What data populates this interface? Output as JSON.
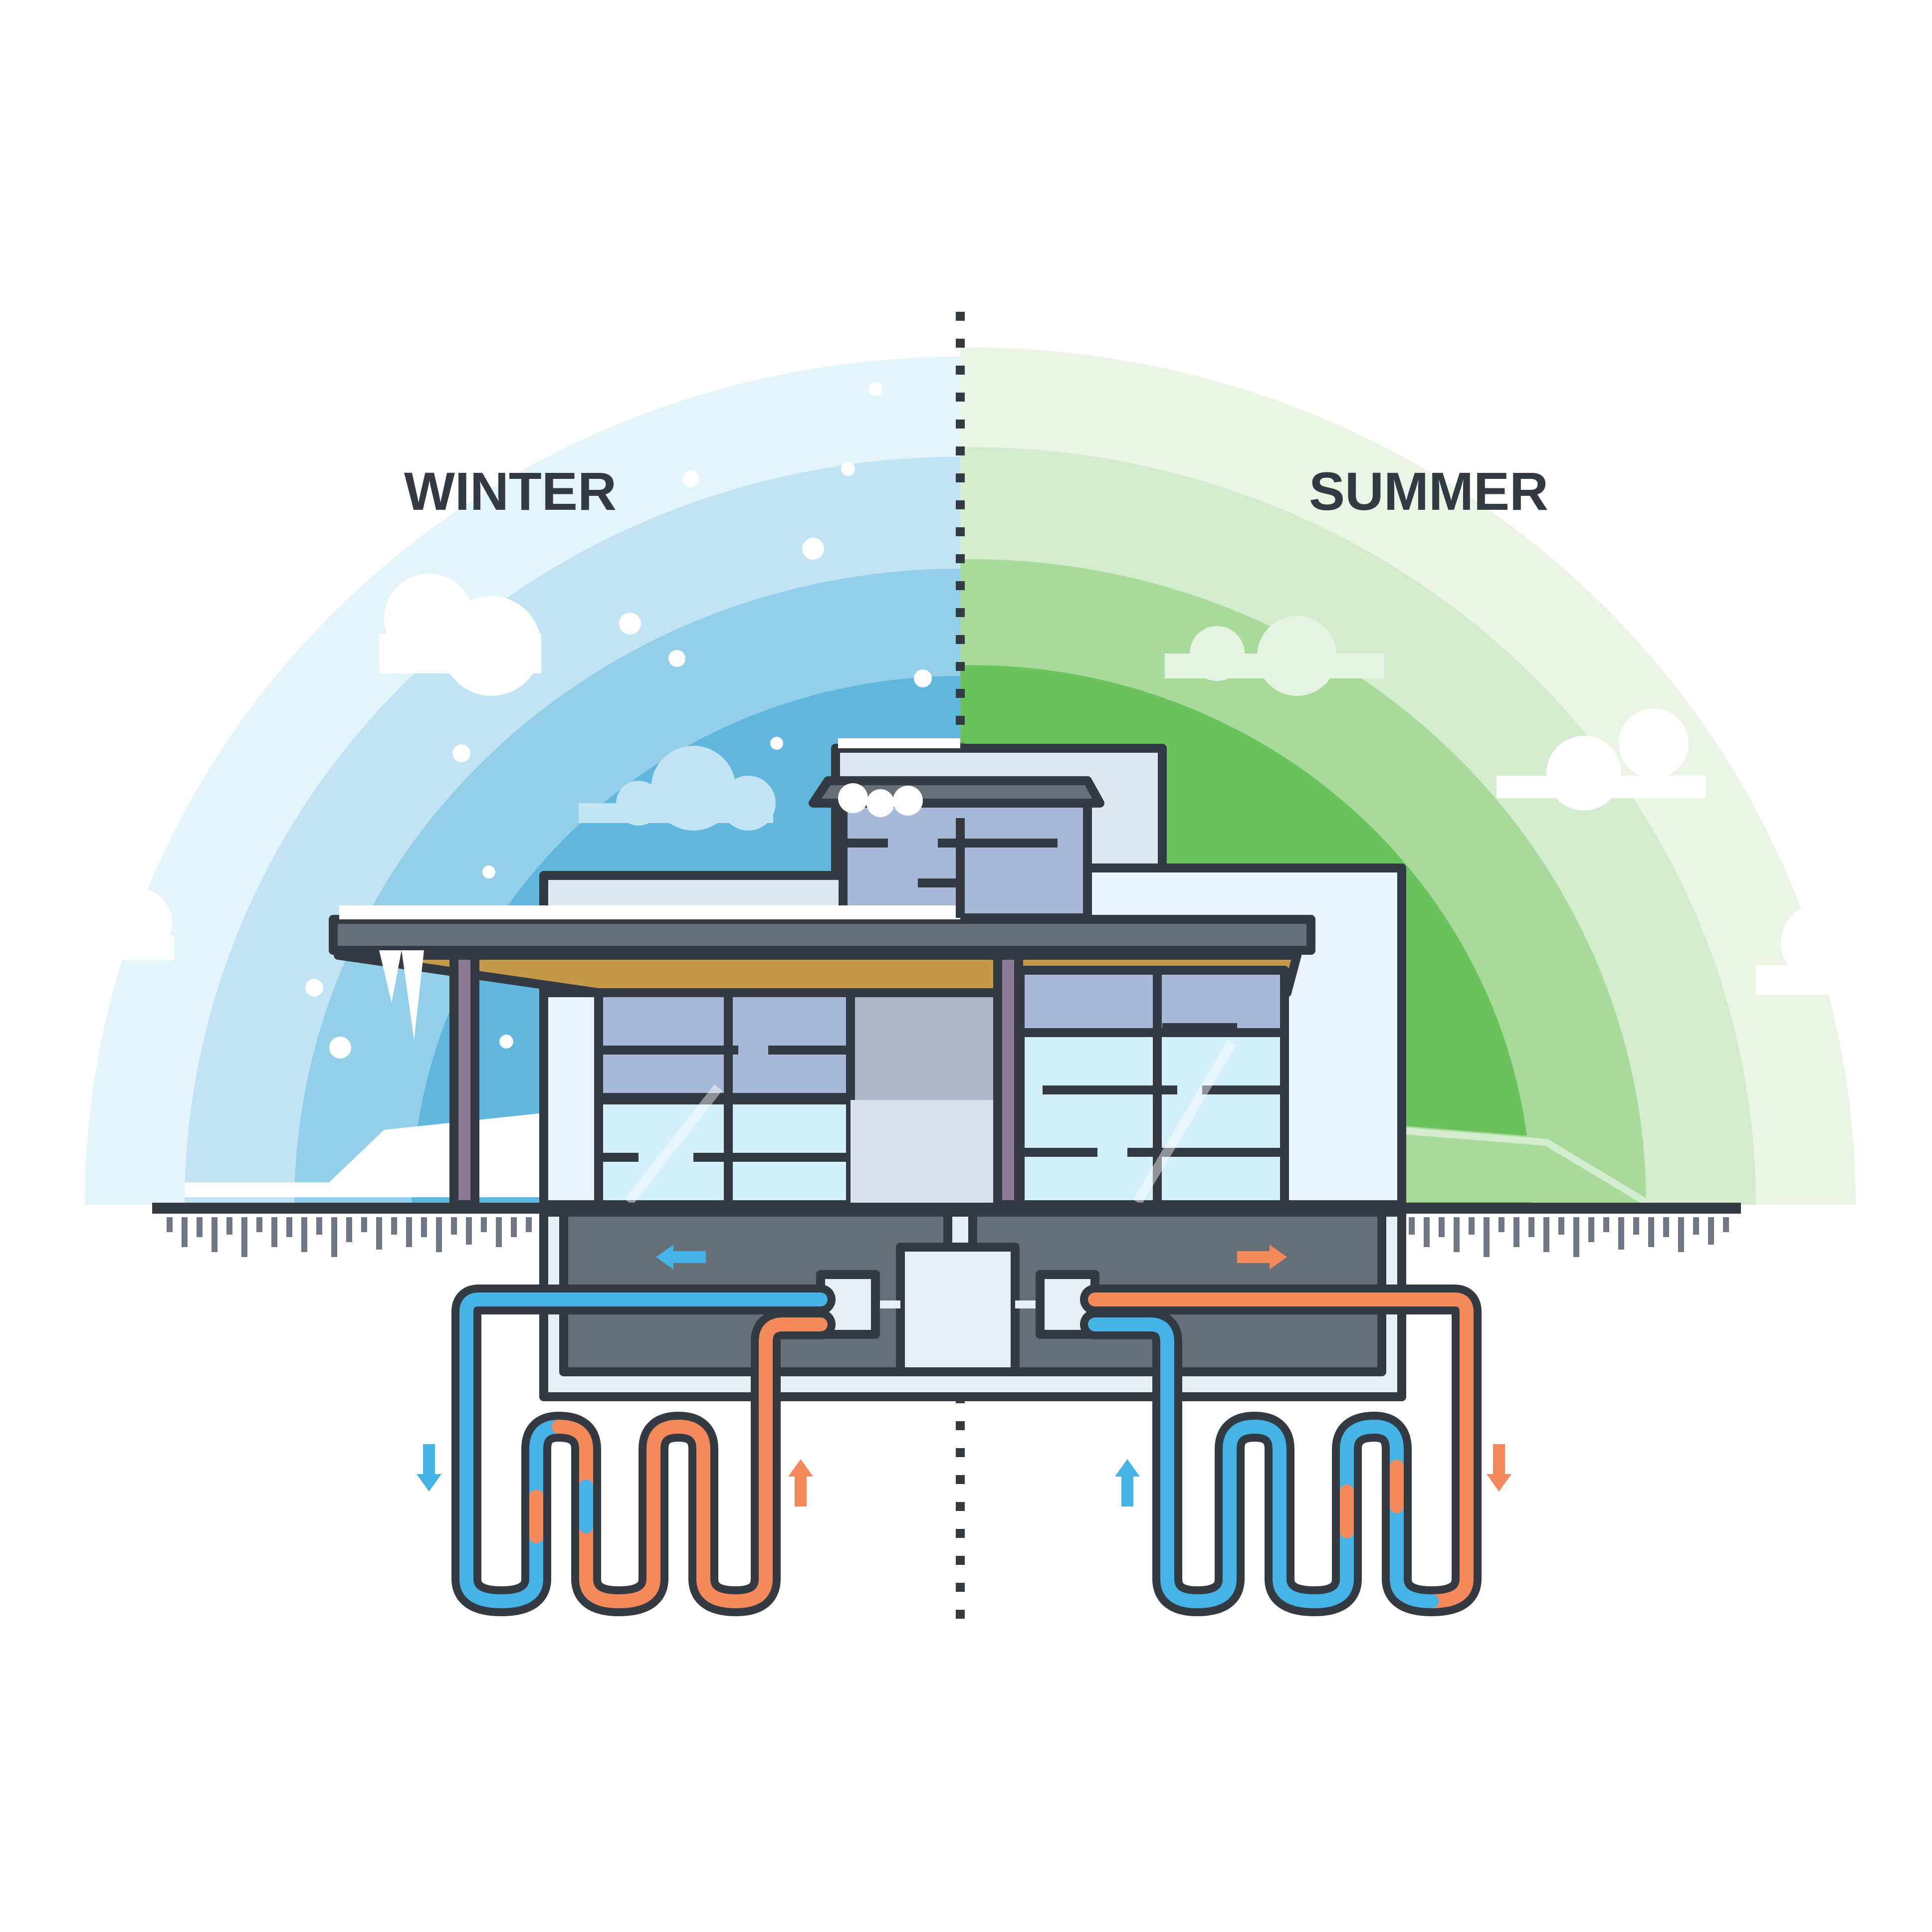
{
  "labels": {
    "winter": "WINTER",
    "summer": "SUMMER"
  },
  "colors": {
    "winter_outer": "#e3f4fb",
    "winter_mid": "#c1e3f3",
    "winter_inner": "#93cfe8",
    "winter_core": "#61b6dd",
    "summer_outer": "#ebf5e6",
    "summer_mid": "#d3ecce",
    "summer_inner": "#a7da9b",
    "summer_core": "#6cc25d",
    "outline": "#333a42",
    "basement": "#666e78",
    "hot_pipe": "#f48a5c",
    "cold_pipe": "#45b3e6",
    "roof_wood": "#c49a4a",
    "window_upper": "#a8b8d8",
    "window_lower": "#d3effa",
    "wall": "#e9f4fd"
  },
  "icons": {
    "divider": "dotted-divider-line",
    "flow_arrows": [
      "arrow-left-icon",
      "arrow-right-icon",
      "arrow-down-icon",
      "arrow-up-icon"
    ]
  }
}
